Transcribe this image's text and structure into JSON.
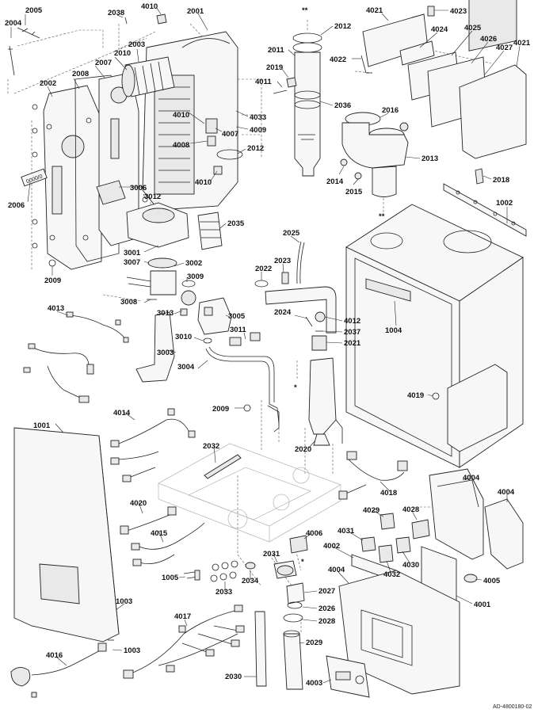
{
  "drawing_ref": "AD-4800180-02",
  "callouts": [
    {
      "id": "2005",
      "text": "2005"
    },
    {
      "id": "2004",
      "text": "2004"
    },
    {
      "id": "2038",
      "text": "2038"
    },
    {
      "id": "4010a",
      "text": "4010"
    },
    {
      "id": "2001",
      "text": "2001"
    },
    {
      "id": "2003",
      "text": "2003"
    },
    {
      "id": "2010",
      "text": "2010"
    },
    {
      "id": "2007",
      "text": "2007"
    },
    {
      "id": "2008",
      "text": "2008"
    },
    {
      "id": "2002",
      "text": "2002"
    },
    {
      "id": "2006",
      "text": "2006"
    },
    {
      "id": "2009a",
      "text": "2009"
    },
    {
      "id": "3006",
      "text": "3006"
    },
    {
      "id": "3012",
      "text": "3012"
    },
    {
      "id": "4010b",
      "text": "4010"
    },
    {
      "id": "4008",
      "text": "4008"
    },
    {
      "id": "4007",
      "text": "4007"
    },
    {
      "id": "4033",
      "text": "4033"
    },
    {
      "id": "4009",
      "text": "4009"
    },
    {
      "id": "2012a",
      "text": "2012"
    },
    {
      "id": "4010c",
      "text": "4010"
    },
    {
      "id": "4011",
      "text": "4011"
    },
    {
      "id": "2019",
      "text": "2019"
    },
    {
      "id": "2011",
      "text": "2011"
    },
    {
      "id": "2012b",
      "text": "2012"
    },
    {
      "id": "2036",
      "text": "2036"
    },
    {
      "id": "starstar_top",
      "text": "**"
    },
    {
      "id": "4021a",
      "text": "4021"
    },
    {
      "id": "4023",
      "text": "4023"
    },
    {
      "id": "4022",
      "text": "4022"
    },
    {
      "id": "4024",
      "text": "4024"
    },
    {
      "id": "4025",
      "text": "4025"
    },
    {
      "id": "4026",
      "text": "4026"
    },
    {
      "id": "4027",
      "text": "4027"
    },
    {
      "id": "4021b",
      "text": "4021"
    },
    {
      "id": "2016",
      "text": "2016"
    },
    {
      "id": "2013",
      "text": "2013"
    },
    {
      "id": "2014",
      "text": "2014"
    },
    {
      "id": "2015",
      "text": "2015"
    },
    {
      "id": "starstar_mid",
      "text": "**"
    },
    {
      "id": "2018",
      "text": "2018"
    },
    {
      "id": "1002",
      "text": "1002"
    },
    {
      "id": "2035",
      "text": "2035"
    },
    {
      "id": "3001",
      "text": "3001"
    },
    {
      "id": "3007",
      "text": "3007"
    },
    {
      "id": "3002",
      "text": "3002"
    },
    {
      "id": "3009",
      "text": "3009"
    },
    {
      "id": "3008",
      "text": "3008"
    },
    {
      "id": "3013",
      "text": "3013"
    },
    {
      "id": "3005",
      "text": "3005"
    },
    {
      "id": "3011",
      "text": "3011"
    },
    {
      "id": "3010",
      "text": "3010"
    },
    {
      "id": "3003",
      "text": "3003"
    },
    {
      "id": "3004",
      "text": "3004"
    },
    {
      "id": "2025",
      "text": "2025"
    },
    {
      "id": "2023",
      "text": "2023"
    },
    {
      "id": "2022",
      "text": "2022"
    },
    {
      "id": "2024",
      "text": "2024"
    },
    {
      "id": "4012",
      "text": "4012"
    },
    {
      "id": "2037",
      "text": "2037"
    },
    {
      "id": "2021",
      "text": "2021"
    },
    {
      "id": "1004",
      "text": "1004"
    },
    {
      "id": "4019",
      "text": "4019"
    },
    {
      "id": "4013",
      "text": "4013"
    },
    {
      "id": "star_mid",
      "text": "*"
    },
    {
      "id": "2009b",
      "text": "2009"
    },
    {
      "id": "2020",
      "text": "2020"
    },
    {
      "id": "4014",
      "text": "4014"
    },
    {
      "id": "1001",
      "text": "1001"
    },
    {
      "id": "2032",
      "text": "2032"
    },
    {
      "id": "4018",
      "text": "4018"
    },
    {
      "id": "4004a",
      "text": "4004"
    },
    {
      "id": "4004b",
      "text": "4004"
    },
    {
      "id": "4020",
      "text": "4020"
    },
    {
      "id": "4015",
      "text": "4015"
    },
    {
      "id": "4006",
      "text": "4006"
    },
    {
      "id": "4029",
      "text": "4029"
    },
    {
      "id": "4028",
      "text": "4028"
    },
    {
      "id": "4031",
      "text": "4031"
    },
    {
      "id": "4002",
      "text": "4002"
    },
    {
      "id": "4030",
      "text": "4030"
    },
    {
      "id": "4032",
      "text": "4032"
    },
    {
      "id": "2031",
      "text": "2031"
    },
    {
      "id": "star_low",
      "text": "*"
    },
    {
      "id": "1005",
      "text": "1005"
    },
    {
      "id": "2033",
      "text": "2033"
    },
    {
      "id": "2034",
      "text": "2034"
    },
    {
      "id": "4004c",
      "text": "4004"
    },
    {
      "id": "4005",
      "text": "4005"
    },
    {
      "id": "4001",
      "text": "4001"
    },
    {
      "id": "1003a",
      "text": "1003"
    },
    {
      "id": "2027",
      "text": "2027"
    },
    {
      "id": "2026",
      "text": "2026"
    },
    {
      "id": "2028",
      "text": "2028"
    },
    {
      "id": "4017",
      "text": "4017"
    },
    {
      "id": "1003b",
      "text": "1003"
    },
    {
      "id": "2029",
      "text": "2029"
    },
    {
      "id": "4016",
      "text": "4016"
    },
    {
      "id": "2030",
      "text": "2030"
    },
    {
      "id": "4003",
      "text": "4003"
    }
  ],
  "plate_text": "0000/0"
}
